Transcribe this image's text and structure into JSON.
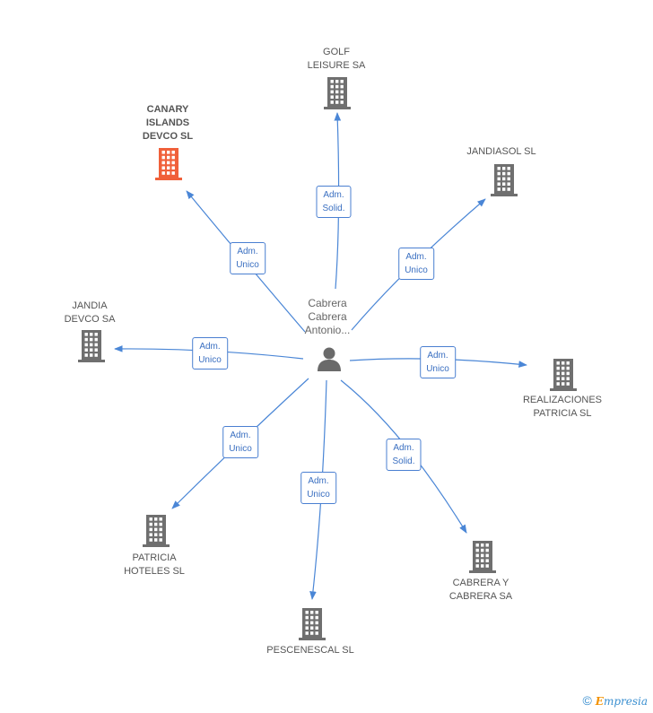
{
  "center": {
    "label": "Cabrera\nCabrera\nAntonio...",
    "icon": "person-icon"
  },
  "companies": [
    {
      "id": "golf",
      "name": "GOLF\nLEISURE SA",
      "relation": "Adm.\nSolid.",
      "highlight": false
    },
    {
      "id": "jandiasol",
      "name": "JANDIASOL SL",
      "relation": "Adm.\nUnico",
      "highlight": false
    },
    {
      "id": "realizaciones",
      "name": "REALIZACIONES\nPATRICIA SL",
      "relation": "Adm.\nUnico",
      "highlight": false
    },
    {
      "id": "cabrera",
      "name": "CABRERA Y\nCABRERA SA",
      "relation": "Adm.\nSolid.",
      "highlight": false
    },
    {
      "id": "pescenescal",
      "name": "PESCENESCAL SL",
      "relation": "Adm.\nUnico",
      "highlight": false
    },
    {
      "id": "patricia",
      "name": "PATRICIA\nHOTELES SL",
      "relation": "Adm.\nUnico",
      "highlight": false
    },
    {
      "id": "jandia",
      "name": "JANDIA\nDEVCO SA",
      "relation": "Adm.\nUnico",
      "highlight": false
    },
    {
      "id": "canary",
      "name": "CANARY\nISLANDS\nDEVCO SL",
      "relation": "Adm.\nUnico",
      "highlight": true
    }
  ],
  "colors": {
    "edge": "#4a86d6",
    "building_default": "#6f6f6f",
    "building_highlight": "#f0603a",
    "person": "#6a6a6a"
  },
  "footer": {
    "copyright": "©",
    "brand_initial": "E",
    "brand_rest": "mpresia"
  }
}
